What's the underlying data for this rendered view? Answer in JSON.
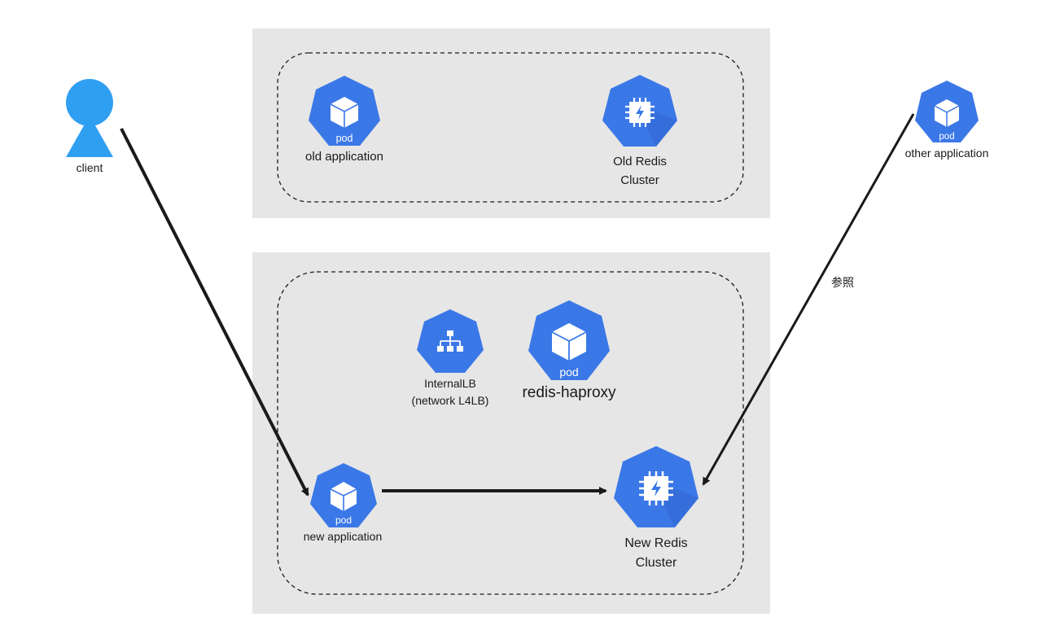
{
  "labels": {
    "client": "client",
    "old_application": "old application",
    "old_redis": "Old Redis\nCluster",
    "other_application": "other application",
    "internal_lb": "InternalLB\n(network L4LB)",
    "redis_haproxy": "redis-haproxy",
    "new_application": "new application",
    "new_redis": "New Redis\nCluster",
    "reference_edge": "参照"
  },
  "pod_caption": "pod",
  "colors": {
    "node_blue": "#3b78e7",
    "node_blue_dark": "#2f62c9",
    "person_blue": "#2f9ff2",
    "group_bg": "#e6e6e6",
    "arrow": "#1a1a1a"
  },
  "icons": {
    "client": "person-icon",
    "pod": "cube-icon",
    "redis": "memorystore-chip-icon",
    "lb": "load-balancer-icon"
  }
}
